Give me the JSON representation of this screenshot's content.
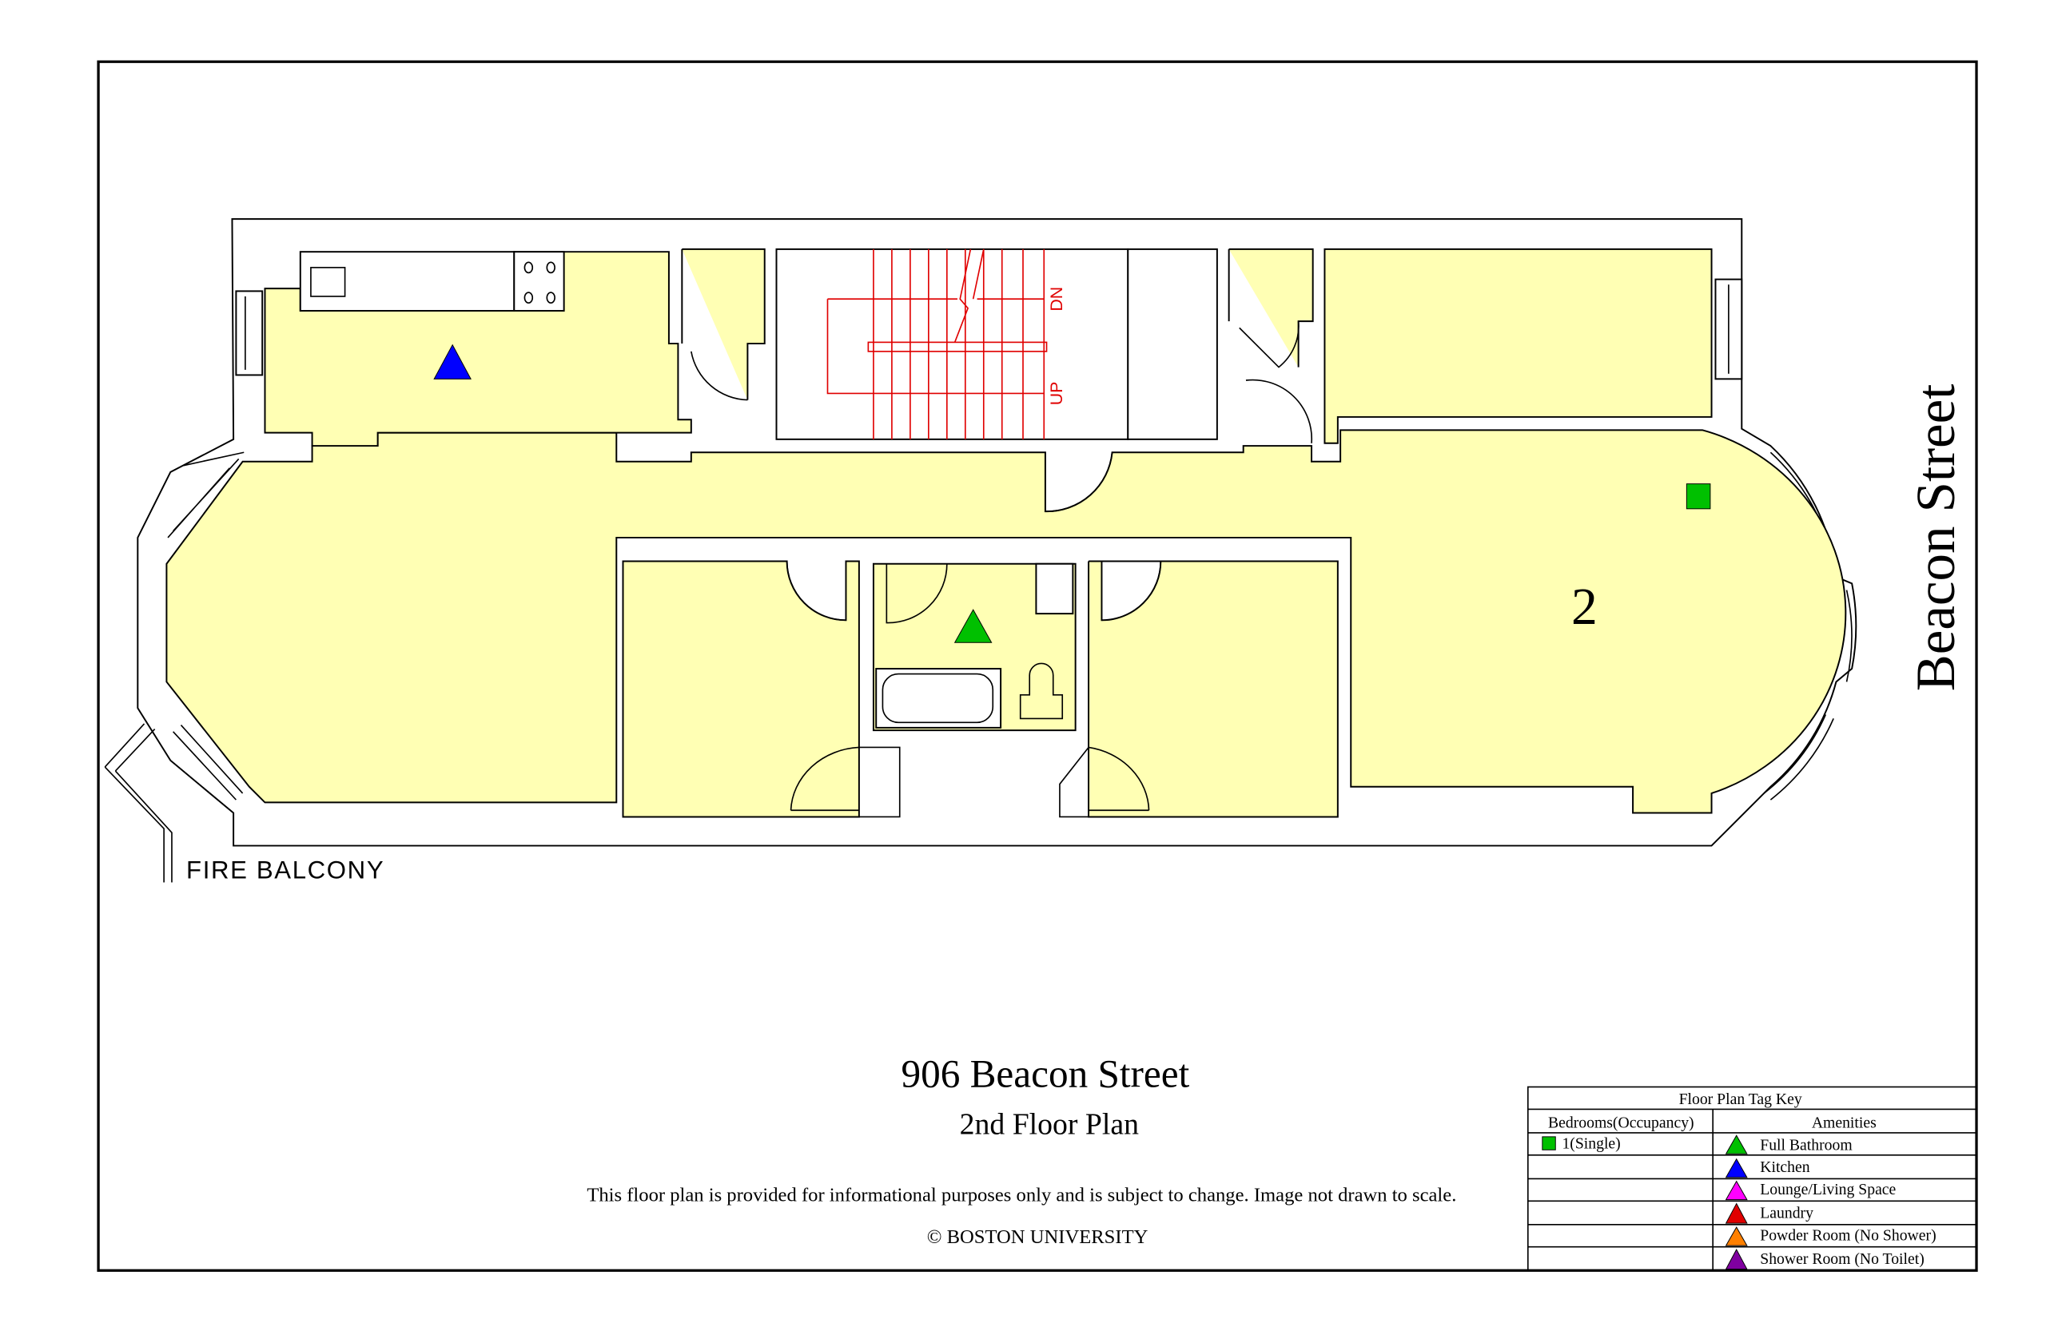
{
  "title": "906 Beacon Street",
  "subtitle": "2nd Floor Plan",
  "disclaimer": "This floor plan is provided for informational purposes only and is subject to change. Image not drawn to scale.",
  "copyright": "© BOSTON UNIVERSITY",
  "street_label": "Beacon Street",
  "balcony_label": "FIRE BALCONY",
  "stairs": {
    "down": "DN",
    "up": "UP"
  },
  "room_number": "2",
  "colors": {
    "room_fill": "#ffffb4",
    "full_bathroom": "#00c000",
    "kitchen": "#0000ff",
    "lounge": "#ff00ff",
    "laundry": "#e00000",
    "powder_room": "#ff8000",
    "shower_room": "#8000a0",
    "single_bedroom": "#00c000",
    "stairs": "#e00000"
  },
  "legend": {
    "title": "Floor Plan Tag Key",
    "bedrooms_header": "Bedrooms(Occupancy)",
    "amenities_header": "Amenities",
    "bedrooms": [
      {
        "label": "1(Single)",
        "icon": "green-square"
      }
    ],
    "amenities": [
      {
        "label": "Full Bathroom",
        "icon": "green-triangle"
      },
      {
        "label": "Kitchen",
        "icon": "blue-triangle"
      },
      {
        "label": "Lounge/Living Space",
        "icon": "magenta-triangle"
      },
      {
        "label": "Laundry",
        "icon": "red-triangle"
      },
      {
        "label": "Powder Room (No Shower)",
        "icon": "orange-triangle"
      },
      {
        "label": "Shower Room (No Toilet)",
        "icon": "purple-triangle"
      }
    ]
  }
}
